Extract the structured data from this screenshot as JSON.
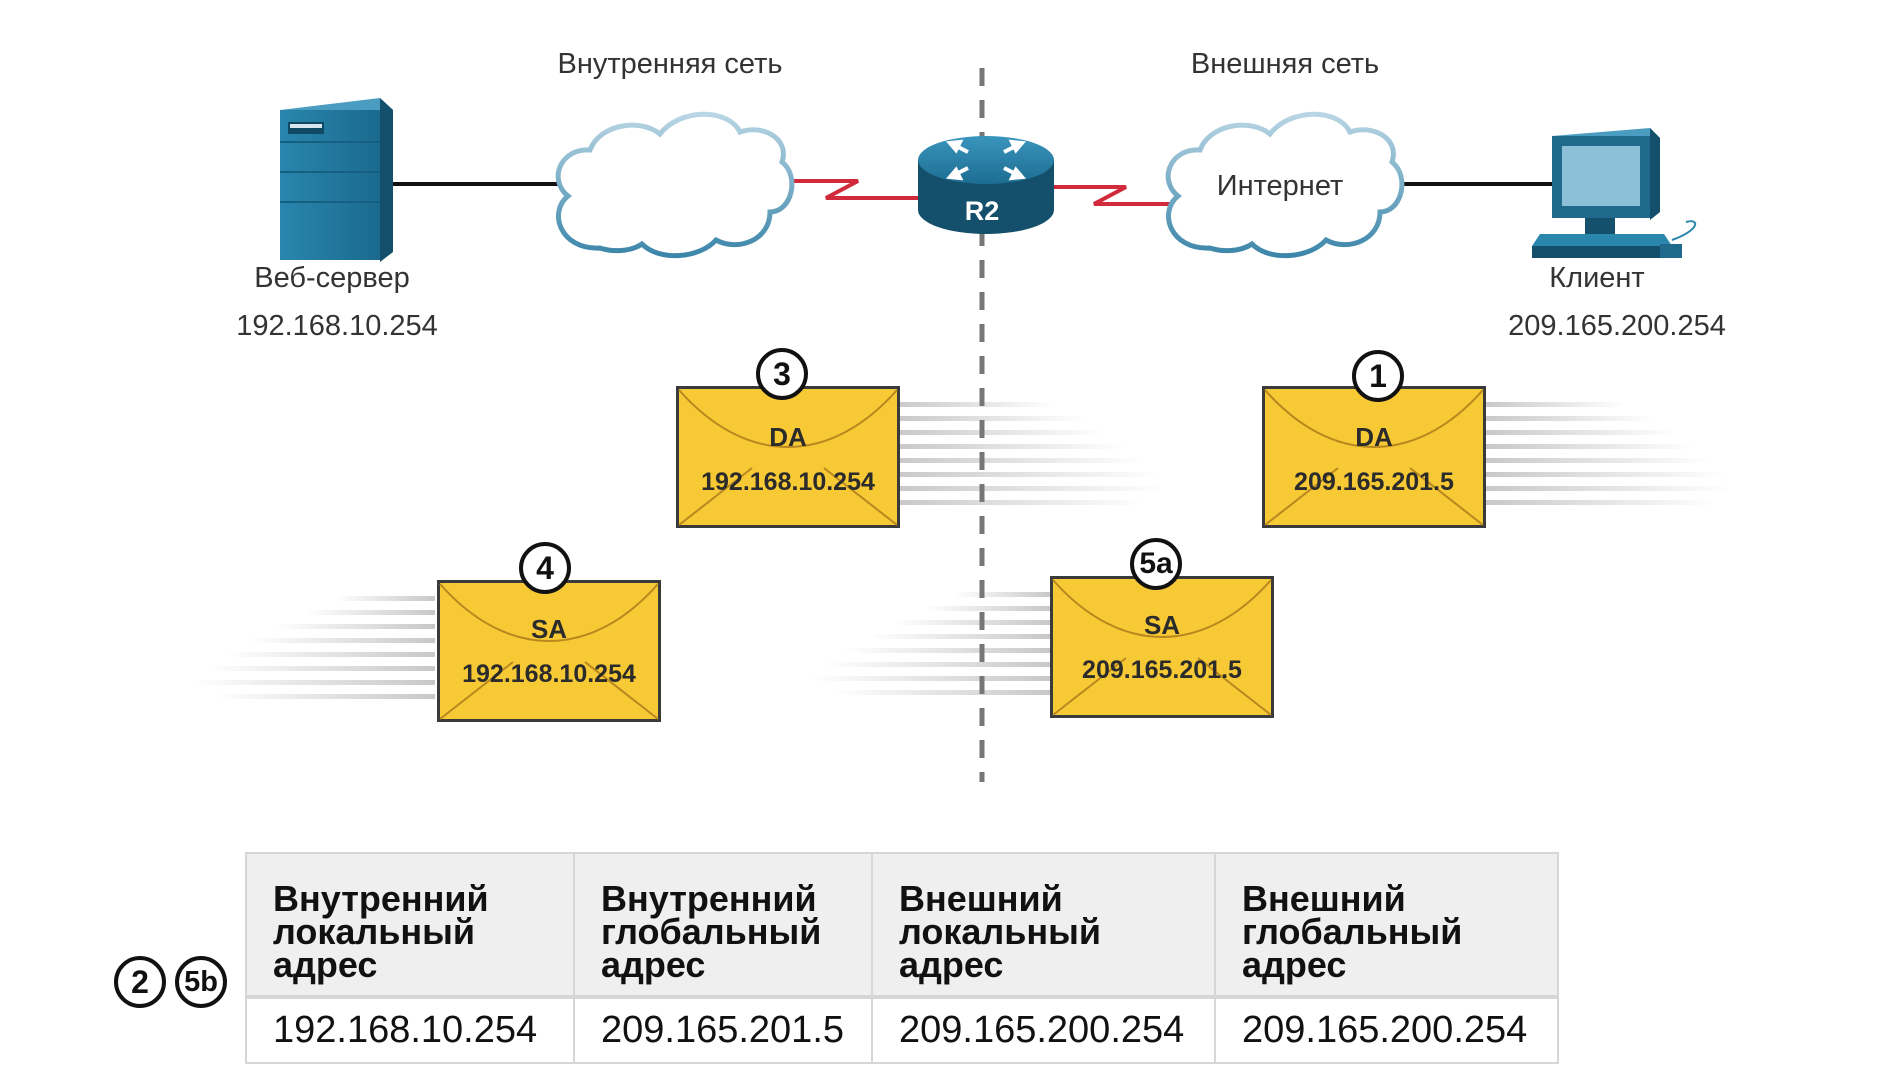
{
  "zones": {
    "inside_title": "Внутренняя сеть",
    "outside_title": "Внешняя сеть"
  },
  "devices": {
    "web_server": {
      "name": "Веб-сервер",
      "ip": "192.168.10.254"
    },
    "router": {
      "name": "R2"
    },
    "internet": {
      "name": "Интернет"
    },
    "client": {
      "name": "Клиент",
      "ip": "209.165.200.254"
    }
  },
  "packets": [
    {
      "step": "3",
      "field": "DA",
      "address": "192.168.10.254"
    },
    {
      "step": "1",
      "field": "DA",
      "address": "209.165.201.5"
    },
    {
      "step": "4",
      "field": "SA",
      "address": "192.168.10.254"
    },
    {
      "step": "5a",
      "field": "SA",
      "address": "209.165.201.5"
    }
  ],
  "table_steps": [
    "2",
    "5b"
  ],
  "nat_table": {
    "headers": [
      [
        "Внутренний",
        "локальный",
        "адрес"
      ],
      [
        "Внутренний",
        "глобальный",
        "адрес"
      ],
      [
        "Внешний",
        "локальный",
        "адрес"
      ],
      [
        "Внешний",
        "глобальный",
        "адрес"
      ]
    ],
    "row": [
      "192.168.10.254",
      "209.165.201.5",
      "209.165.200.254",
      "209.165.200.254"
    ]
  },
  "colors": {
    "envelope_fill": "#f7c934",
    "envelope_border": "#3a3a3a",
    "device_blue": "#1f6a8c",
    "serial_link": "#d12a3a",
    "divider": "#777777"
  },
  "icons": {
    "web_server": "server-icon",
    "router": "router-icon",
    "cloud": "cloud-icon",
    "client": "desktop-computer-icon",
    "envelope": "envelope-icon"
  }
}
